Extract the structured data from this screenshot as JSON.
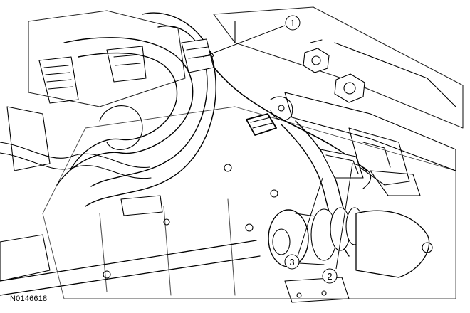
{
  "figure": {
    "id_label": "N0146618"
  },
  "callouts": [
    {
      "number": "1"
    },
    {
      "number": "2"
    },
    {
      "number": "3"
    }
  ]
}
